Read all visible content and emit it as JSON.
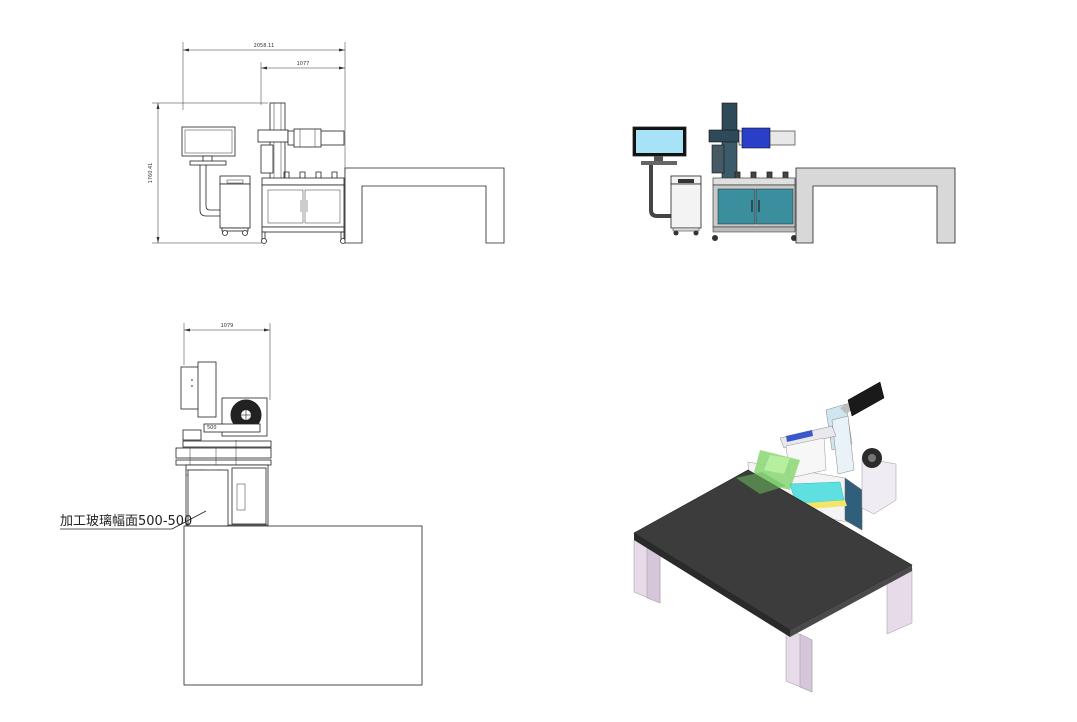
{
  "views": {
    "front_drawing": {
      "dim_overall": "2058.11",
      "dim_machine": "1077",
      "dim_height": "1760.41"
    },
    "front_colored": {},
    "top_drawing": {
      "dim_width": "1079",
      "dim_inner": "500",
      "annotation": "加工玻璃幅面500-500"
    },
    "iso_view": {}
  },
  "colors": {
    "line": "#222222",
    "monitor_screen": "#a8e2f6",
    "cabinet_teal": "#3a8e9e",
    "gantry_dark": "#2e4a58",
    "spindle_blue": "#2a3fc8",
    "table_gray": "#d8d8d8",
    "iso_table_top": "#3c3c3c",
    "iso_legs": "#e7dbe9",
    "iso_green": "#8fd87a",
    "iso_cyan": "#5fe0e0"
  }
}
